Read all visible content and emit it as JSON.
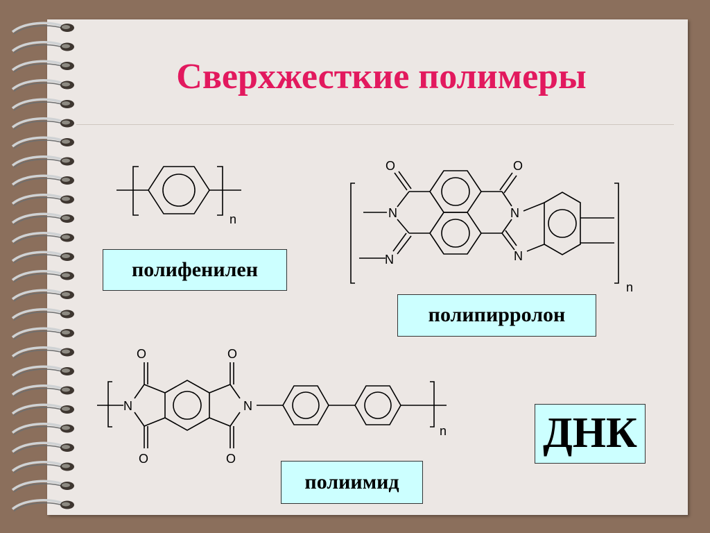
{
  "title": "Сверхжесткие полимеры",
  "labels": {
    "polyphenylene": "полифенилен",
    "polypyrrolone": "полипирролон",
    "polyimide": "полиимид",
    "dna": "ДНК"
  },
  "atoms": {
    "oxygen": "O",
    "nitrogen": "N",
    "subscript_n": "n"
  },
  "colors": {
    "title": "#e2195e",
    "label_fill": "#ccffff",
    "page": "#ece7e4",
    "background": "#8b6f5c"
  }
}
